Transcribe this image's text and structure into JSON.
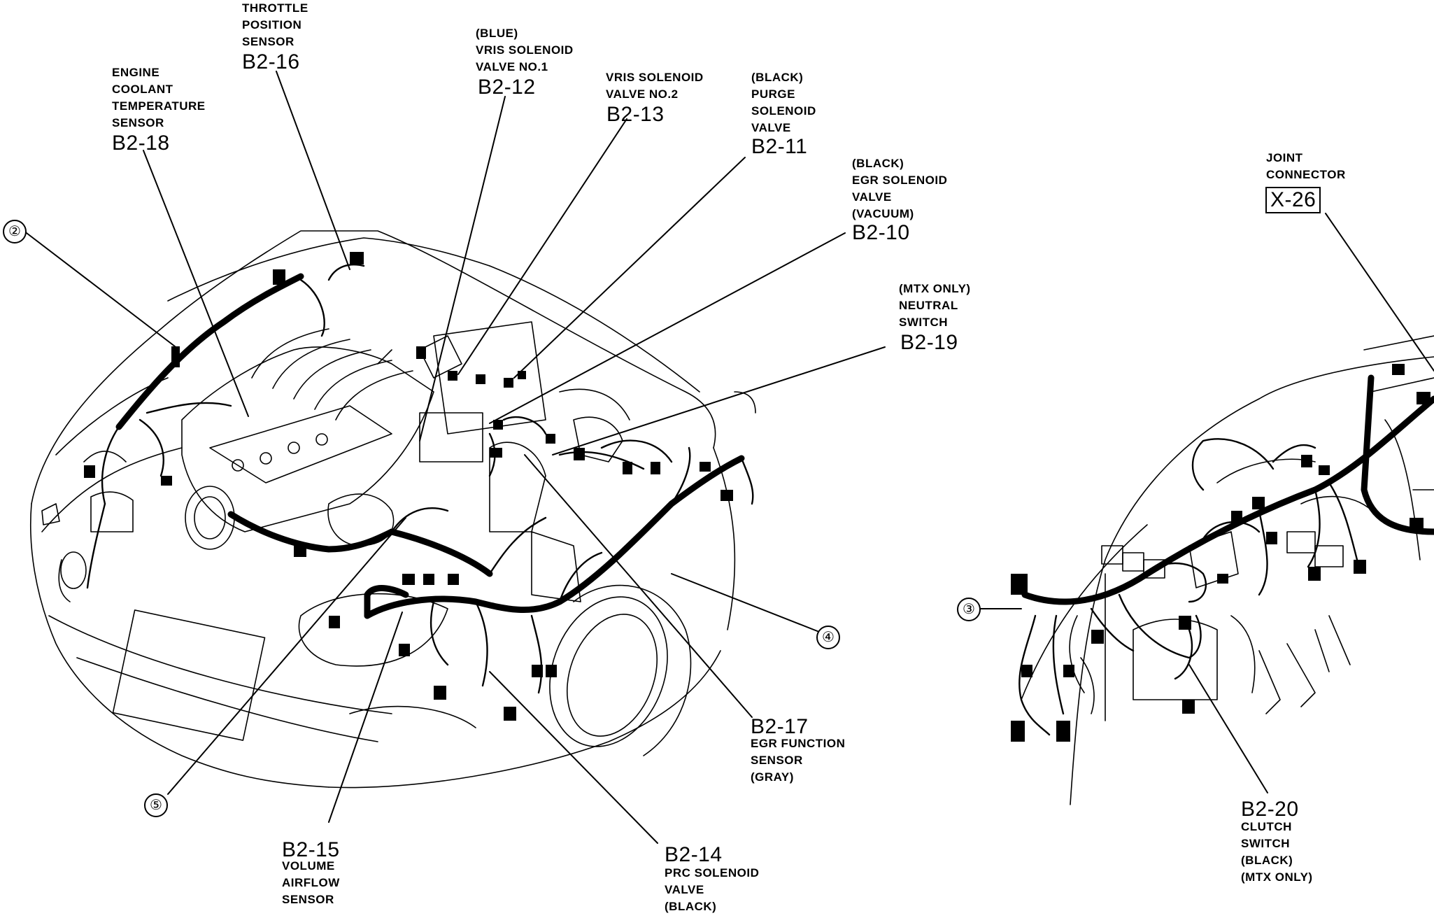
{
  "labels": {
    "throttle": {
      "lines": [
        "THROTTLE",
        "POSITION",
        "SENSOR"
      ],
      "code": "B2-16"
    },
    "coolant": {
      "lines": [
        "ENGINE",
        "COOLANT",
        "TEMPERATURE",
        "SENSOR"
      ],
      "code": "B2-18"
    },
    "vris1": {
      "lines": [
        "(BLUE)",
        "VRIS SOLENOID",
        "VALVE NO.1"
      ],
      "code": "B2-12"
    },
    "vris2": {
      "lines": [
        "VRIS SOLENOID",
        "VALVE NO.2"
      ],
      "code": "B2-13"
    },
    "purge": {
      "lines": [
        "(BLACK)",
        "PURGE",
        "SOLENOID",
        "VALVE"
      ],
      "code": "B2-11"
    },
    "egr_solenoid": {
      "lines": [
        "(BLACK)",
        "EGR SOLENOID",
        "VALVE",
        "(VACUUM)"
      ],
      "code": "B2-10"
    },
    "neutral": {
      "lines": [
        "(MTX ONLY)",
        "NEUTRAL",
        "SWITCH"
      ],
      "code": "B2-19"
    },
    "joint": {
      "lines": [
        "JOINT",
        "CONNECTOR"
      ],
      "code": "X-26"
    },
    "egr_function": {
      "code": "B2-17",
      "lines": [
        "EGR FUNCTION",
        "SENSOR",
        "(GRAY)"
      ]
    },
    "airflow": {
      "code": "B2-15",
      "lines": [
        "VOLUME",
        "AIRFLOW",
        "SENSOR"
      ]
    },
    "prc": {
      "code": "B2-14",
      "lines": [
        "PRC SOLENOID",
        "VALVE",
        "(BLACK)"
      ]
    },
    "clutch": {
      "code": "B2-20",
      "lines": [
        "CLUTCH",
        "SWITCH",
        "(BLACK)",
        "(MTX ONLY)"
      ]
    }
  },
  "markers": {
    "m2": "②",
    "m3": "③",
    "m4": "④",
    "m5": "⑤"
  }
}
